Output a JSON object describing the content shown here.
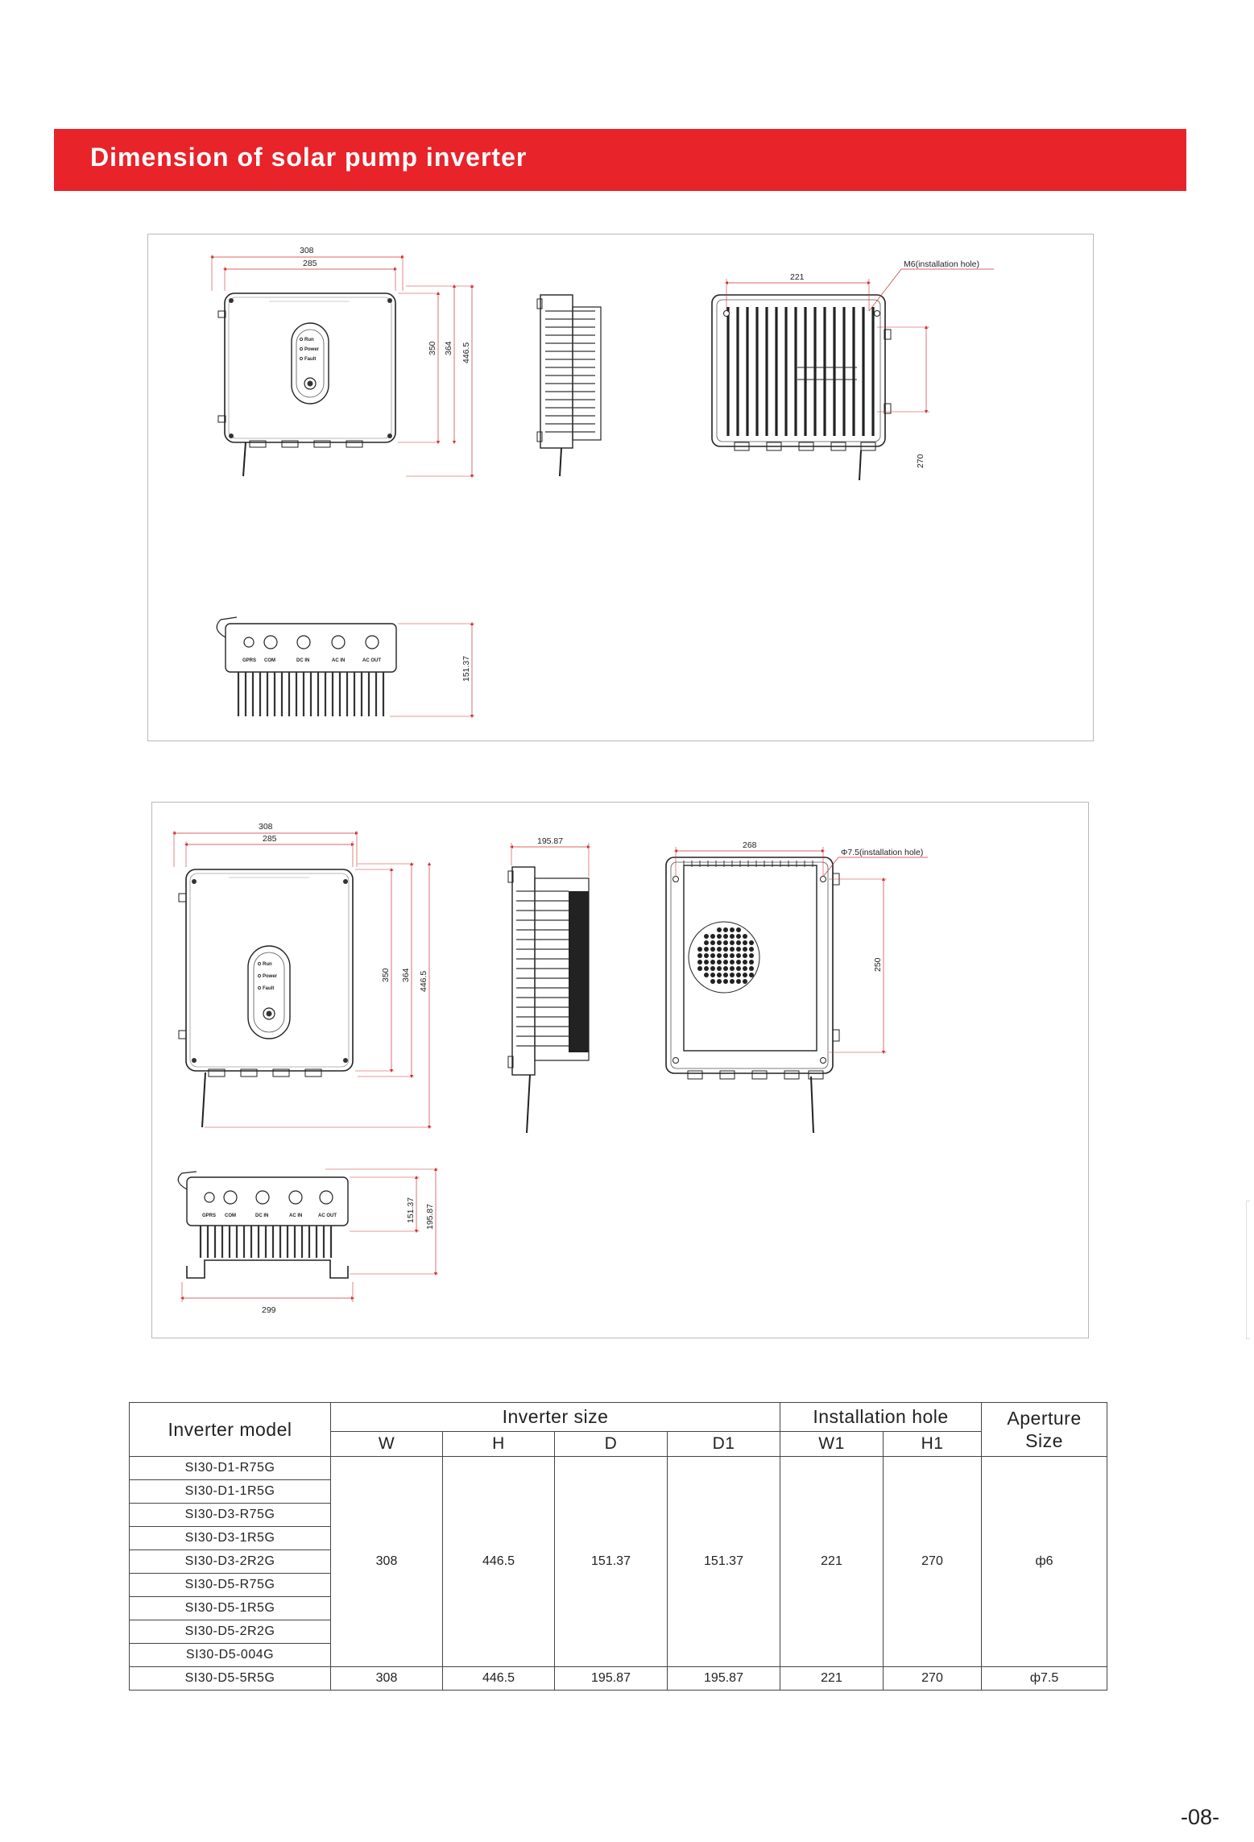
{
  "header": {
    "title": "Dimension of solar pump inverter"
  },
  "drawing_1": {
    "front": {
      "width_outer": "308",
      "width_inner": "285",
      "height_1": "350",
      "height_2": "364",
      "height_3": "446.5",
      "panel_labels": [
        "Run",
        "Power",
        "Fault"
      ]
    },
    "back": {
      "hole_spacing_w": "221",
      "hole_spacing_h": "270",
      "hole_callout": "M6(installation hole)"
    },
    "bottom": {
      "depth": "151.37",
      "ports": [
        "GPRS",
        "COM",
        "DC IN",
        "AC IN",
        "AC OUT"
      ]
    }
  },
  "drawing_2": {
    "front": {
      "width_outer": "308",
      "width_inner": "285",
      "height_1": "350",
      "height_2": "364",
      "height_3": "446.5",
      "panel_labels": [
        "Run",
        "Power",
        "Fault"
      ]
    },
    "side": {
      "depth": "195.87"
    },
    "back": {
      "hole_spacing_w": "268",
      "hole_spacing_h": "250",
      "hole_callout": "Φ7.5(installation hole)"
    },
    "bottom": {
      "depth_1": "151.37",
      "depth_2": "195.87",
      "base_width": "299",
      "ports": [
        "GPRS",
        "COM",
        "DC IN",
        "AC IN",
        "AC OUT"
      ]
    }
  },
  "table": {
    "headers": {
      "model": "Inverter model",
      "inverter_size": "Inverter size",
      "installation_hole": "Installation hole",
      "aperture": "Aperture Size",
      "sub": [
        "W",
        "H",
        "D",
        "D1",
        "W1",
        "H1"
      ]
    },
    "group_1": {
      "models": [
        "SI30-D1-R75G",
        "SI30-D1-1R5G",
        "SI30-D3-R75G",
        "SI30-D3-1R5G",
        "SI30-D3-2R2G",
        "SI30-D5-R75G",
        "SI30-D5-1R5G",
        "SI30-D5-2R2G",
        "SI30-D5-004G"
      ],
      "W": "308",
      "H": "446.5",
      "D": "151.37",
      "D1": "151.37",
      "W1": "221",
      "H1": "270",
      "aperture": "ф6"
    },
    "group_2": {
      "model": "SI30-D5-5R5G",
      "W": "308",
      "H": "446.5",
      "D": "195.87",
      "D1": "195.87",
      "W1": "221",
      "H1": "270",
      "aperture": "ф7.5"
    }
  },
  "page_number": "-08-"
}
